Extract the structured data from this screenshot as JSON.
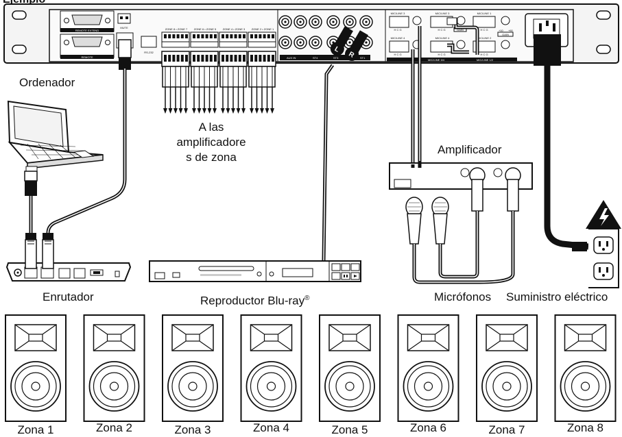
{
  "header": {
    "title": "Ejemplo"
  },
  "labels": {
    "computer": "Ordenador",
    "zone_amps_line1": "A las",
    "zone_amps_line2": "amplificadore",
    "zone_amps_line3": "s de zona",
    "amplifier": "Amplificador",
    "router": "Enrutador",
    "bluray": "Reproductor Blu-ray",
    "bluray_mark": "®",
    "microphones": "Micrófonos",
    "power": "Suministro eléctrico"
  },
  "rack": {
    "remote_extend": "REMOTE EXTEND",
    "remote": "REMOTE",
    "mute": "MUTE",
    "rs232": "RS-232",
    "rs232_top": "RS-232C",
    "zones": [
      "ZONE 8 • ZONE 7",
      "ZONE 6 • ZONE 5",
      "ZONE 4 • ZONE 3",
      "ZONE 2 • ZONE 1"
    ],
    "aux_in": "AUX IN",
    "st4": "ST4",
    "st3": "ST3",
    "st1": "ST1",
    "mic_line_3": "MIC/LINE 3",
    "mic_line_4": "MIC/LINE 4",
    "mic_line_1": "MIC/LINE 1",
    "mic_line_2": "MIC/LINE 2",
    "mic_line_34": "MIC/LINE 3/4",
    "mic_line_12": "MIC/LINE 1/2",
    "gain": "GAIN",
    "hcg": "H  C  G",
    "hcccch": "H C G C H",
    "plus10": "+10",
    "plus60": "+60",
    "phantom": "PHANTOM"
  },
  "rca": {
    "left": "L",
    "right": "R"
  },
  "speakers": [
    {
      "label": "Zona 1"
    },
    {
      "label": "Zona 2"
    },
    {
      "label": "Zona 3"
    },
    {
      "label": "Zona 4"
    },
    {
      "label": "Zona 5"
    },
    {
      "label": "Zona 6"
    },
    {
      "label": "Zona 7"
    },
    {
      "label": "Zona 8"
    }
  ],
  "colors": {
    "line": "#111111",
    "device": "#ffffff",
    "panel": "#e9e9e9",
    "dark": "#1a1a1a"
  }
}
